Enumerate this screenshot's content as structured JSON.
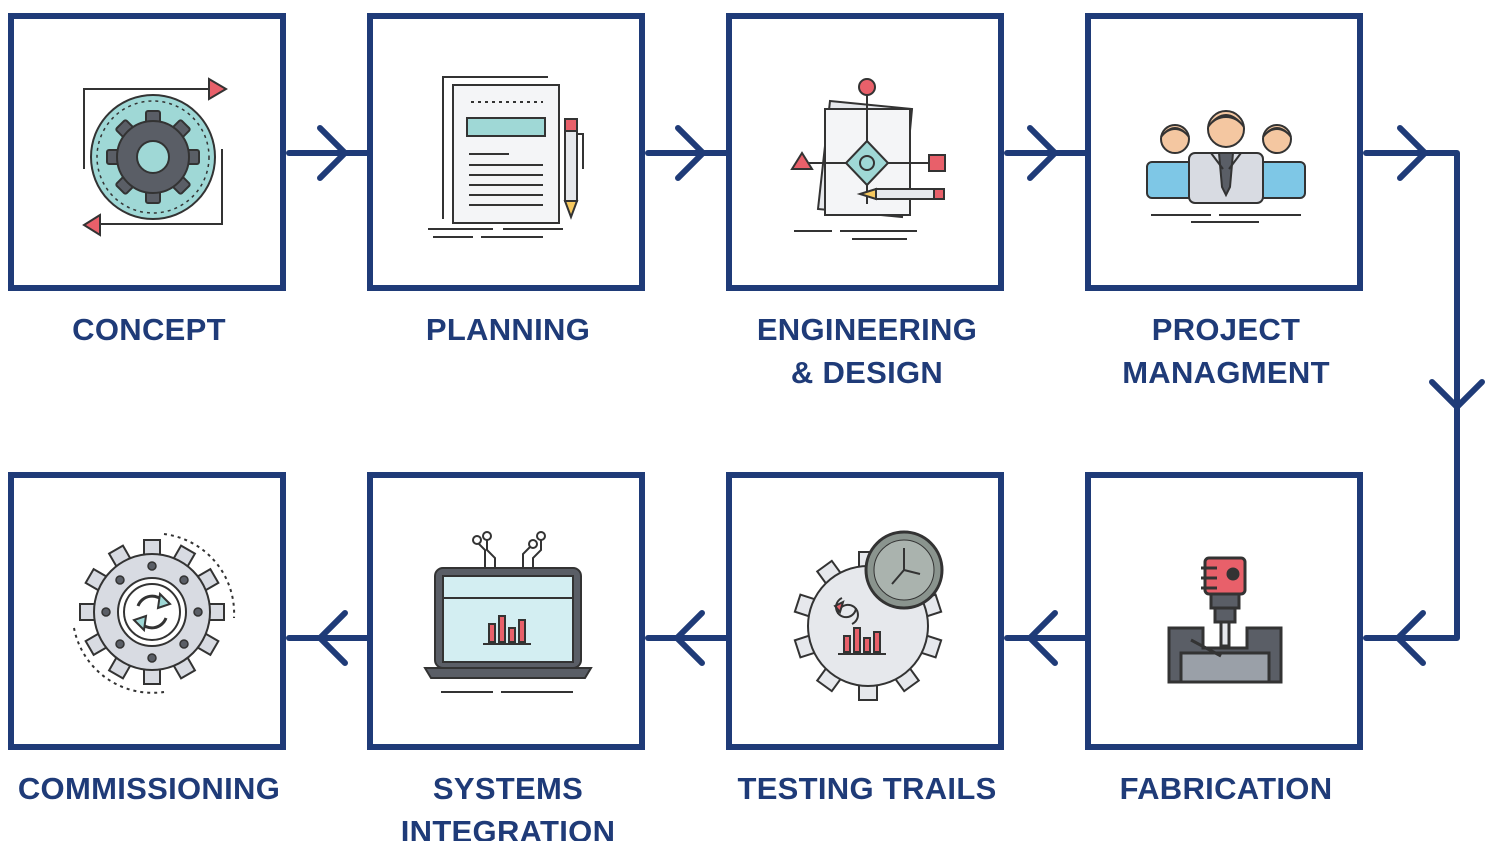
{
  "colors": {
    "frame": "#1f3b78",
    "accent_red": "#e8606a",
    "accent_teal": "#9fd8d6",
    "accent_blue": "#7ec7e6",
    "accent_grey": "#d8dbe2"
  },
  "steps": [
    {
      "label_lines": [
        "CONCEPT"
      ],
      "icon": "gear-cycle-icon"
    },
    {
      "label_lines": [
        "PLANNING"
      ],
      "icon": "document-pencil-icon"
    },
    {
      "label_lines": [
        "ENGINEERING",
        "& DESIGN"
      ],
      "icon": "design-blueprint-icon"
    },
    {
      "label_lines": [
        "PROJECT",
        "MANAGMENT"
      ],
      "icon": "team-people-icon"
    },
    {
      "label_lines": [
        "FABRICATION"
      ],
      "icon": "milling-machine-icon"
    },
    {
      "label_lines": [
        "TESTING TRAILS"
      ],
      "icon": "gear-clock-chart-icon"
    },
    {
      "label_lines": [
        "SYSTEMS",
        "INTEGRATION"
      ],
      "icon": "laptop-circuit-icon"
    },
    {
      "label_lines": [
        "COMMISSIONING"
      ],
      "icon": "gear-refresh-icon"
    }
  ],
  "flow_direction": [
    "right",
    "right",
    "right",
    "down",
    "left",
    "left",
    "left"
  ]
}
